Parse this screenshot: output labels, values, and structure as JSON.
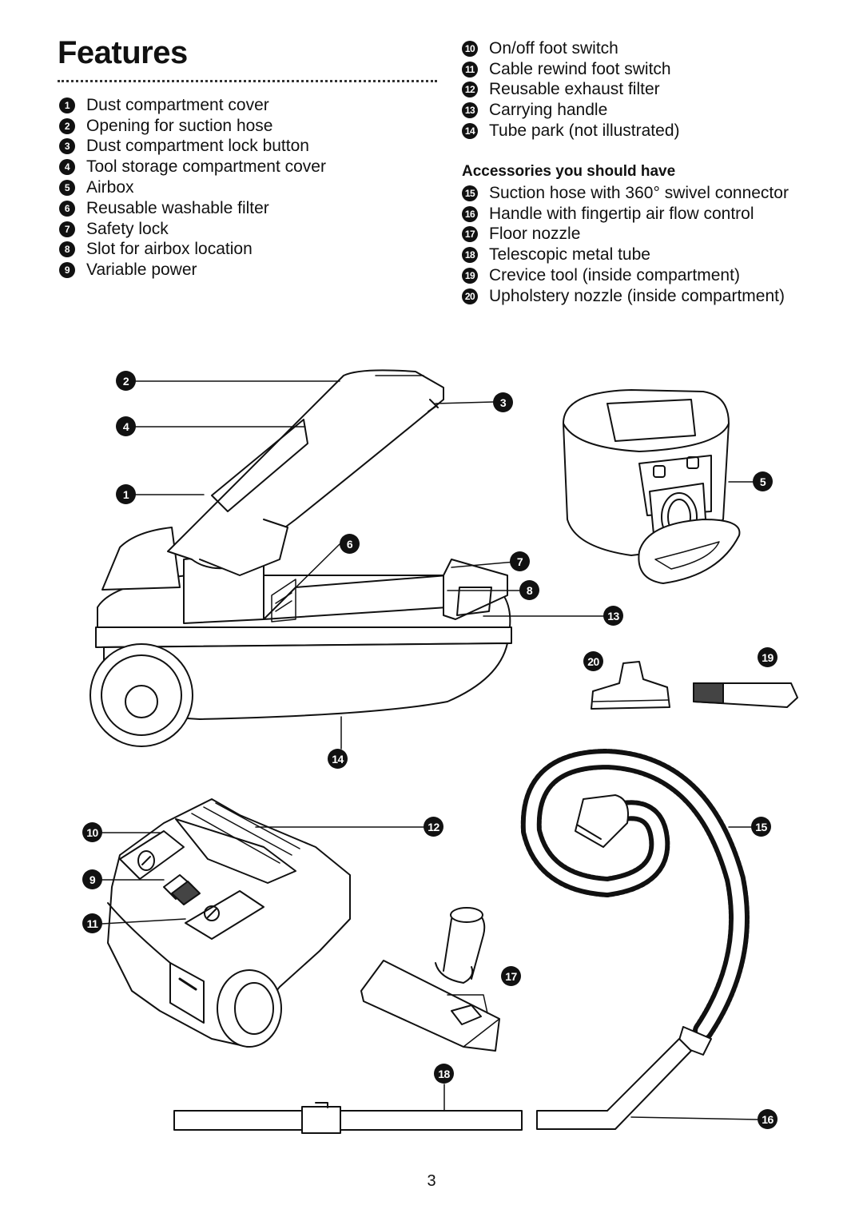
{
  "page": {
    "title": "Features",
    "page_number": "3"
  },
  "features": [
    {
      "num": "1",
      "label": "Dust compartment cover"
    },
    {
      "num": "2",
      "label": "Opening for suction hose"
    },
    {
      "num": "3",
      "label": "Dust compartment lock button"
    },
    {
      "num": "4",
      "label": "Tool storage compartment cover"
    },
    {
      "num": "5",
      "label": "Airbox"
    },
    {
      "num": "6",
      "label": "Reusable washable filter"
    },
    {
      "num": "7",
      "label": "Safety lock"
    },
    {
      "num": "8",
      "label": "Slot for airbox location"
    },
    {
      "num": "9",
      "label": "Variable power"
    },
    {
      "num": "10",
      "label": "On/off foot switch"
    },
    {
      "num": "11",
      "label": "Cable rewind foot switch"
    },
    {
      "num": "12",
      "label": "Reusable exhaust filter"
    },
    {
      "num": "13",
      "label": "Carrying handle"
    },
    {
      "num": "14",
      "label": "Tube park (not illustrated)"
    }
  ],
  "accessories": {
    "heading": "Accessories you should have",
    "items": [
      {
        "num": "15",
        "label": "Suction hose with 360° swivel connector"
      },
      {
        "num": "16",
        "label": "Handle with fingertip air flow control"
      },
      {
        "num": "17",
        "label": "Floor nozzle"
      },
      {
        "num": "18",
        "label": "Telescopic metal tube"
      },
      {
        "num": "19",
        "label": "Crevice tool (inside compartment)"
      },
      {
        "num": "20",
        "label": "Upholstery nozzle (inside compartment)"
      }
    ]
  },
  "diagram_callouts": [
    "2",
    "4",
    "1",
    "3",
    "6",
    "7",
    "8",
    "13",
    "5",
    "20",
    "19",
    "14",
    "10",
    "9",
    "11",
    "12",
    "15",
    "17",
    "18",
    "16"
  ]
}
